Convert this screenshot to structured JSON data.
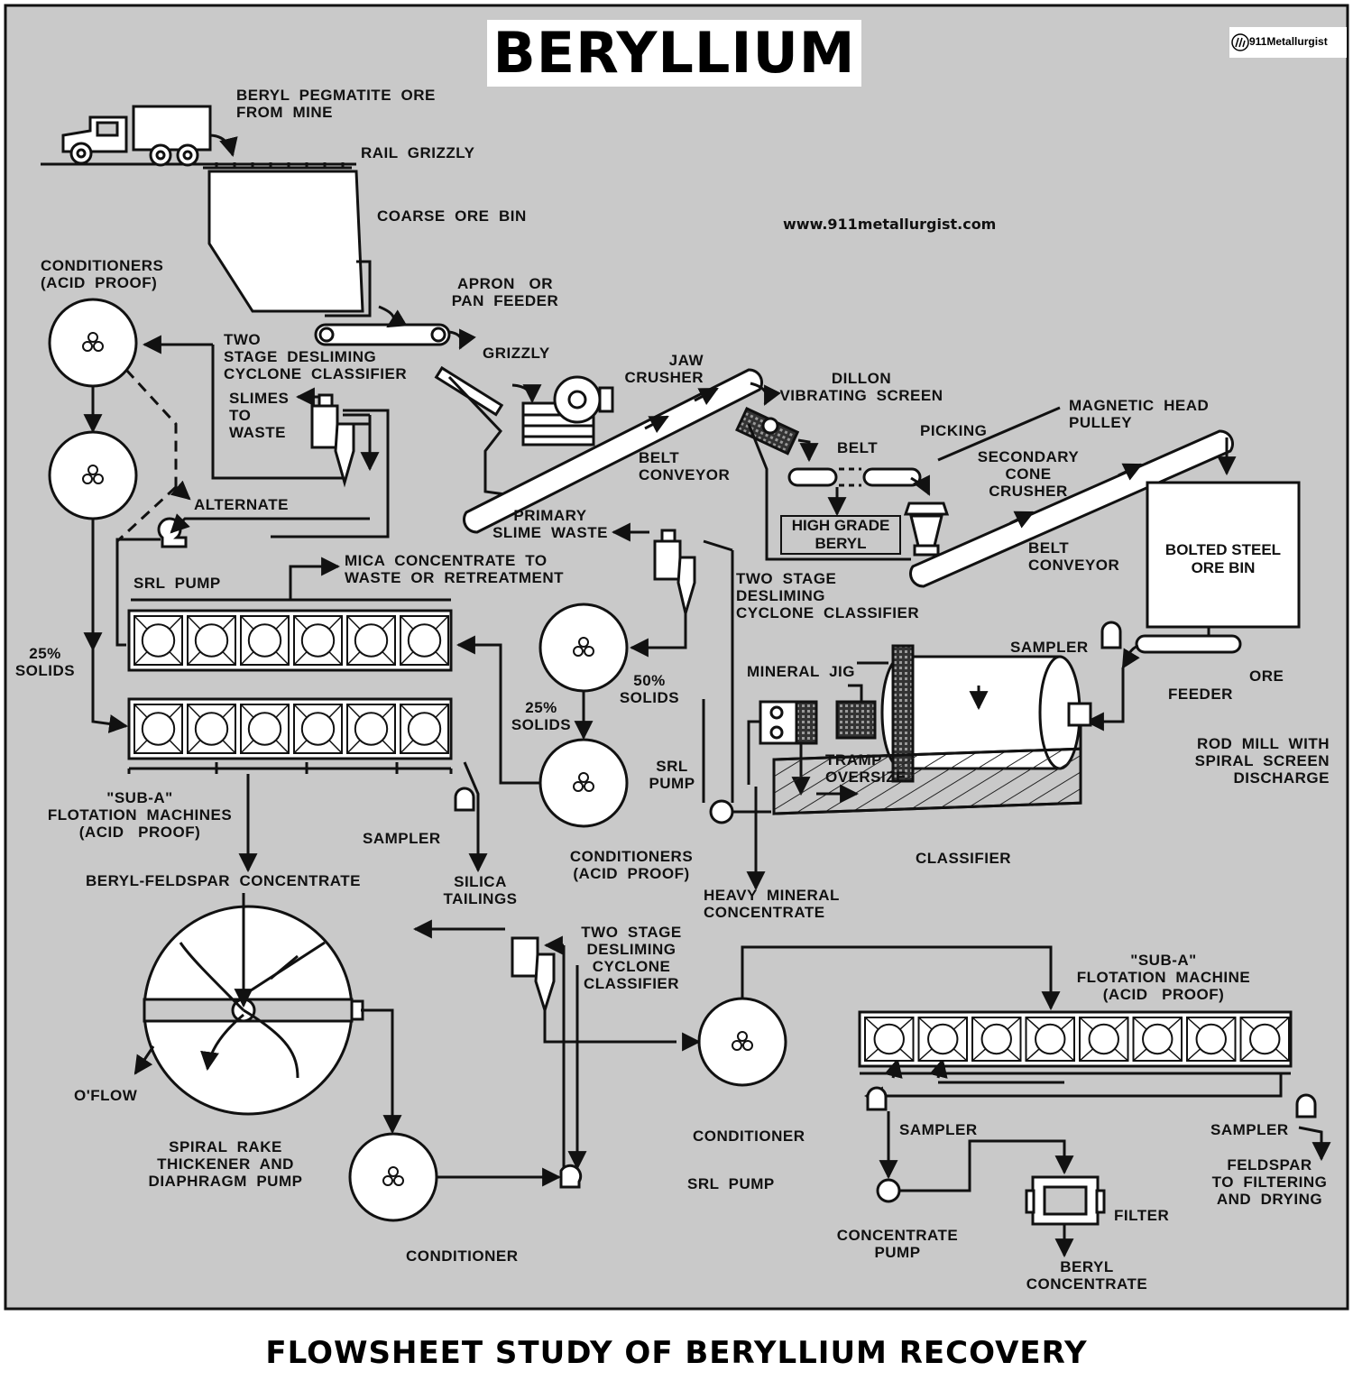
{
  "title": "BERYLLIUM",
  "caption": "FLOWSHEET STUDY OF BERYLLIUM RECOVERY",
  "brand": {
    "name": "911Metallurgist",
    "url": "www.911metallurgist.com"
  },
  "colors": {
    "background": "#c9c9c9",
    "ink": "#111111",
    "paper": "#ffffff"
  },
  "labels": {
    "ore_from_mine": "BERYL  PEGMATITE  ORE\nFROM  MINE",
    "rail_grizzly": "RAIL  GRIZZLY",
    "coarse_ore_bin": "COARSE  ORE  BIN",
    "apron_feeder": "APRON   OR\nPAN  FEEDER",
    "grizzly": "GRIZZLY",
    "jaw_crusher": "JAW\nCRUSHER",
    "dillon_screen": "DILLON\nVIBRATING  SCREEN",
    "magnetic_pulley": "MAGNETIC  HEAD\nPULLEY",
    "picking": "PICKING",
    "belt": "BELT",
    "secondary_crusher": "SECONDARY\nCONE\nCRUSHER",
    "belt_conveyor_1": "BELT\nCONVEYOR",
    "belt_conveyor_2": "BELT\nCONVEYOR",
    "high_grade_beryl": "HIGH  GRADE\nBERYL",
    "bolted_bin": "BOLTED\nSTEEL\nORE  BIN",
    "conditioners_top": "CONDITIONERS\n(ACID  PROOF)",
    "desliming_top": "TWO\nSTAGE  DESLIMING\nCYCLONE  CLASSIFIER",
    "slimes_waste": "SLIMES\nTO\nWASTE",
    "alternate": "ALTERNATE",
    "primary_slime": "PRIMARY\nSLIME  WASTE",
    "mica_concentrate": "MICA  CONCENTRATE  TO\nWASTE  OR  RETREATMENT",
    "srl_pump_1": "SRL  PUMP",
    "desliming_mid": "TWO  STAGE\nDESLIMING\nCYCLONE  CLASSIFIER",
    "solids_25_left": "25%\nSOLIDS",
    "solids_50": "50%\nSOLIDS",
    "solids_25_mid": "25%\nSOLIDS",
    "srl_pump_2": "SRL\nPUMP",
    "sampler_1": "SAMPLER",
    "ore": "ORE",
    "feeder": "FEEDER",
    "mineral_jig": "MINERAL  JIG",
    "tramp_oversize": "TRAMP\nOVERSIZE",
    "rod_mill": "ROD  MILL  WITH\nSPIRAL  SCREEN\nDISCHARGE",
    "sub_a_1": "\"SUB-A\"\nFLOTATION  MACHINES\n(ACID   PROOF)",
    "sampler_2": "SAMPLER",
    "silica_tailings": "SILICA\nTAILINGS",
    "conditioners_mid": "CONDITIONERS\n(ACID  PROOF)",
    "classifier": "CLASSIFIER",
    "beryl_feldspar": "BERYL-FELDSPAR  CONCENTRATE",
    "heavy_mineral": "HEAVY  MINERAL\nCONCENTRATE",
    "desliming_low": "TWO  STAGE\nDESLIMING\nCYCLONE\nCLASSIFIER",
    "sub_a_2": "\"SUB-A\"\nFLOTATION  MACHINE\n(ACID   PROOF)",
    "oflow": "O'FLOW",
    "spiral_rake": "SPIRAL  RAKE\nTHICKENER  AND\nDIAPHRAGM  PUMP",
    "conditioner_low": "CONDITIONER",
    "srl_pump_3": "SRL  PUMP",
    "sampler_3": "SAMPLER",
    "sampler_4": "SAMPLER",
    "feldspar": "FELDSPAR\nTO  FILTERING\nAND  DRYING",
    "concentrate_pump": "CONCENTRATE\nPUMP",
    "filter": "FILTER",
    "beryl_concentrate": "BERYL\nCONCENTRATE",
    "conditioner_bottom": "CONDITIONER"
  }
}
